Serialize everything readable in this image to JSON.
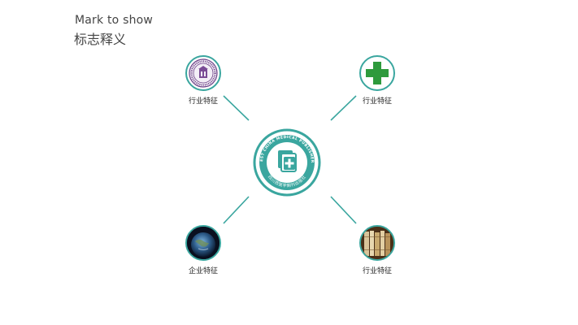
{
  "header": {
    "title_en": "Mark to show",
    "title_cn": "标志释义"
  },
  "center_logo": {
    "ring_text_top": "WEST CHINA MEDICAL PUBLISHERS",
    "ring_text_bottom": "四川西医学期刊出版社",
    "accent_color": "#3aa69f"
  },
  "nodes": [
    {
      "label": "行业特征",
      "icon": "university-seal-icon"
    },
    {
      "label": "行业特征",
      "icon": "medical-cross-icon"
    },
    {
      "label": "企业特征",
      "icon": "earth-globe-icon"
    },
    {
      "label": "行业特征",
      "icon": "bookshelf-icon"
    }
  ]
}
